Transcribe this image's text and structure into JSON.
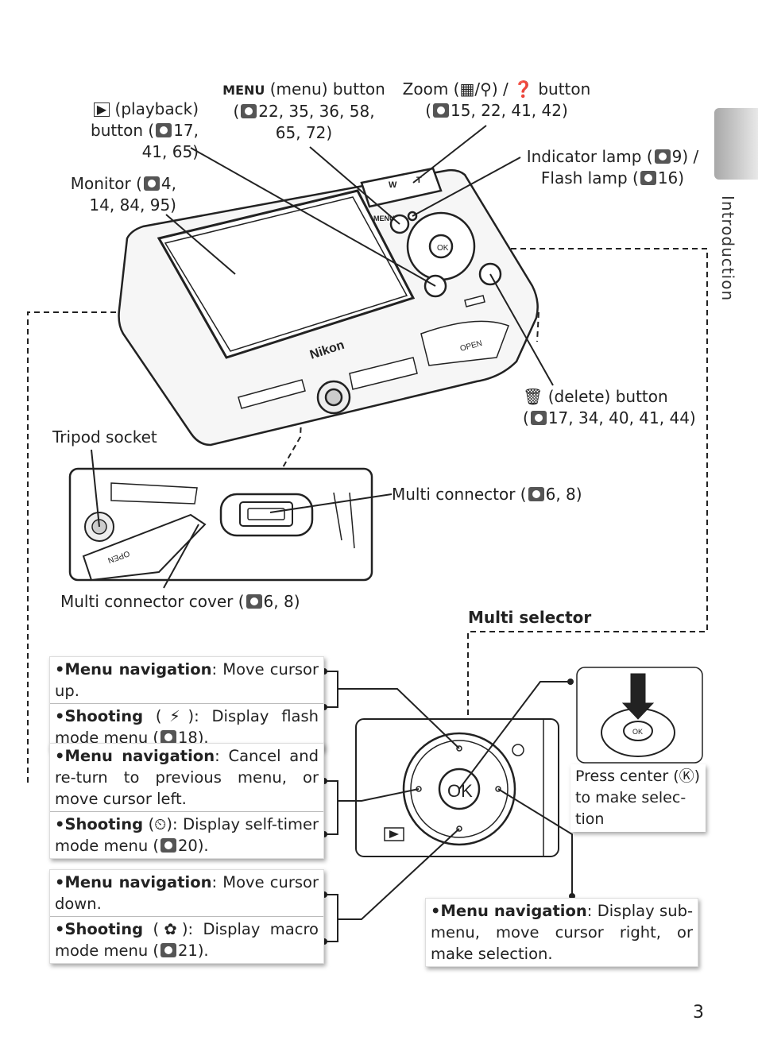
{
  "labels": {
    "playback": [
      "(playback)",
      "button (",
      "17,",
      "41, 65)"
    ],
    "menu": [
      "(menu) button",
      "22, 35, 36, 58,",
      "65, 72)"
    ],
    "zoom": [
      "Zoom (",
      "/",
      ") /",
      "button",
      "15, 22, 41, 42)"
    ],
    "indicator": [
      "Indicator lamp (",
      "9) /",
      "Flash lamp (",
      "16)"
    ],
    "monitor": [
      "Monitor (",
      "4,",
      "14, 84, 95)"
    ],
    "delete": [
      "(delete) button",
      "17, 34, 40, 41, 44)"
    ],
    "tripod": "Tripod socket",
    "multi_connector": [
      "Multi connector (",
      "6, 8)"
    ],
    "multi_connector_cover": [
      "Multi connector cover (",
      "6, 8)"
    ],
    "multi_selector": "Multi selector",
    "side_tab": "Introduction",
    "page_number": "3",
    "camera_brand": "Nikon",
    "open_label": "OPEN",
    "menu_key_glyph": "MENU",
    "ok_glyph": "OK",
    "zoom_w": "W",
    "zoom_t": "T"
  },
  "boxes": {
    "up": [
      {
        "term": "Menu navigation",
        "text": ": Move cursor up."
      },
      {
        "term": "Shooting",
        "text": " (⚡): Display flash mode menu (",
        "ref": "18)."
      }
    ],
    "left": [
      {
        "term": "Menu navigation",
        "text": ": Cancel and re-turn to previous menu, or move cursor left."
      },
      {
        "term": "Shooting",
        "text": " (⏲): Display self-timer mode menu (",
        "ref": "20)."
      }
    ],
    "down": [
      {
        "term": "Menu navigation",
        "text": ": Move cursor down."
      },
      {
        "term": "Shooting",
        "text": " (✿): Display macro mode menu (",
        "ref": "21)."
      }
    ],
    "right": [
      {
        "term": "Menu navigation",
        "text": ": Display sub-menu, move cursor right, or make selection."
      }
    ],
    "center": {
      "text": "Press center (Ⓚ) to make selec-tion"
    }
  }
}
